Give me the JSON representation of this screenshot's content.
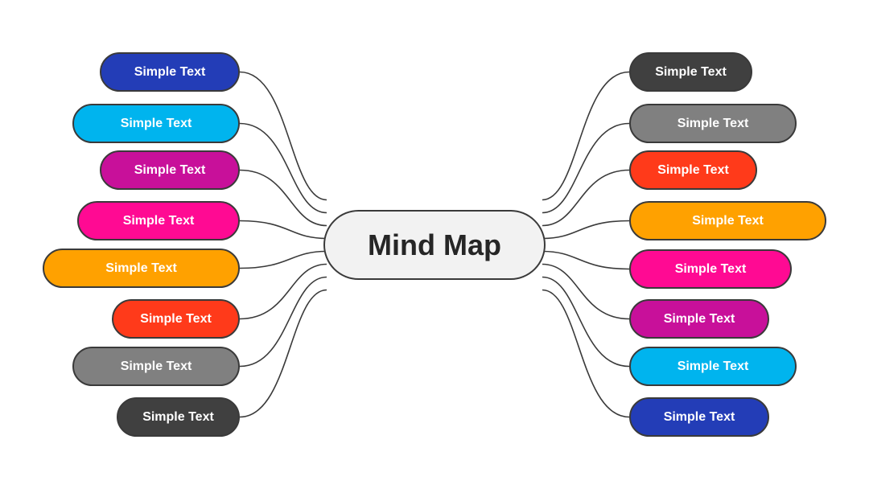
{
  "center": {
    "label": "Mind Map"
  },
  "left_nodes": [
    {
      "label": "Simple Text",
      "color": "#233db7"
    },
    {
      "label": "Simple Text",
      "color": "#00b4ee"
    },
    {
      "label": "Simple Text",
      "color": "#c8109a"
    },
    {
      "label": "Simple Text",
      "color": "#ff0a93"
    },
    {
      "label": "Simple Text",
      "color": "#ffa100"
    },
    {
      "label": "Simple Text",
      "color": "#ff3a1a"
    },
    {
      "label": "Simple Text",
      "color": "#808080"
    },
    {
      "label": "Simple Text",
      "color": "#404040"
    }
  ],
  "right_nodes": [
    {
      "label": "Simple Text",
      "color": "#404040"
    },
    {
      "label": "Simple Text",
      "color": "#808080"
    },
    {
      "label": "Simple Text",
      "color": "#ff3a1a"
    },
    {
      "label": "Simple Text",
      "color": "#ffa100"
    },
    {
      "label": "Simple Text",
      "color": "#ff0a93"
    },
    {
      "label": "Simple Text",
      "color": "#c8109a"
    },
    {
      "label": "Simple Text",
      "color": "#00b4ee"
    },
    {
      "label": "Simple Text",
      "color": "#233db7"
    }
  ],
  "connector_color": "#3a3a3a"
}
